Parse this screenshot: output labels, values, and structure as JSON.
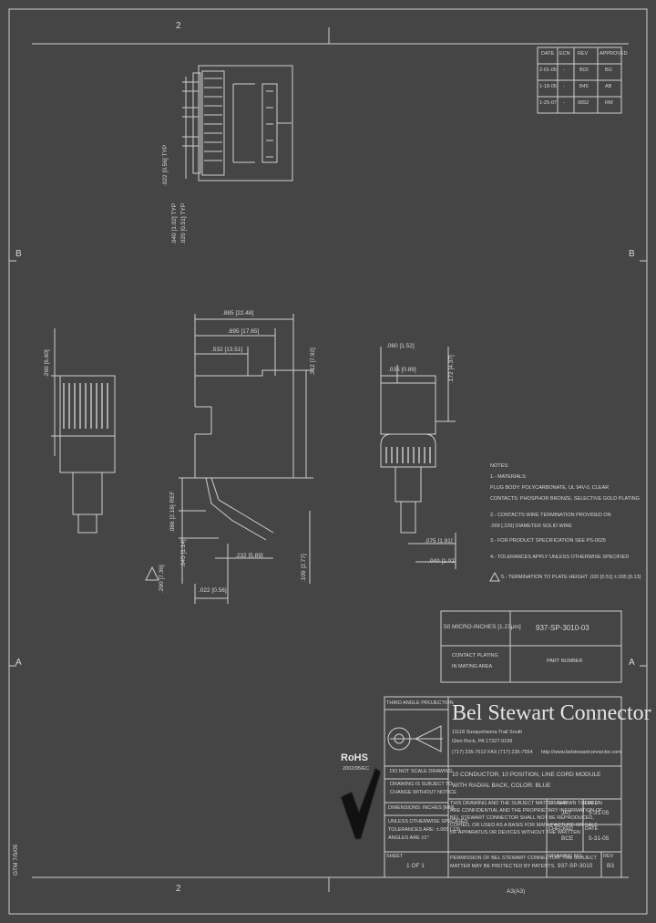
{
  "zones": {
    "top_left": "2",
    "bottom_left": "2",
    "mid_left_b": "B",
    "mid_right_b": "B",
    "mid_left_a": "A",
    "mid_right_a": "A"
  },
  "rev_table": {
    "headers": [
      "DATE",
      "ECN",
      "REV",
      "APPROVED"
    ],
    "rows": [
      [
        "2-01-05",
        "-",
        "B02",
        "BG"
      ],
      [
        "1-18-05",
        "-",
        "B45",
        "AB"
      ],
      [
        "1-25-07",
        "-",
        "0652",
        "RM"
      ]
    ]
  },
  "dims_top": {
    "d1": ".022 [0.56] TYP",
    "d2": ".040 [1.02] TYP",
    "d3": ".020 [0.51] TYP"
  },
  "dims_side": {
    "overall": ".885 [22.48]",
    "mid": ".695 [17.65]",
    "short": ".532 [13.51]",
    "height": ".312 [7.92]",
    "left_h": ".260 [6.60]",
    "pin_a": ".086 [2.18] REF",
    "pin_b": ".045 [1.14]",
    "pin_c": ".290 [7.36]",
    "bottom_a": ".232 [5.89]",
    "bottom_b": ".022 [0.56]",
    "bottom_right": ".109 [2.77]"
  },
  "dims_end": {
    "e1": ".060 [1.52]",
    "e2": ".035 [0.89]",
    "e3": ".172 [4.37]",
    "e4": ".075 [1.91]",
    "e5": ".040 [1.02]"
  },
  "notes": {
    "title": "NOTES:",
    "lines": [
      "1.- MATERIALS:",
      "     PLUG BODY: POLYCARBONATE, UL 94V-0, CLEAR",
      "     CONTACTS: PHOSPHOR BRONZE, SELECTIVE GOLD PLATING",
      "2.- CONTACTS WIRE TERMINATION PROVIDED ON",
      "     .009 [.229] DIAMETER SOLID WIRE",
      "3.- FOR PRODUCT SPECIFICATION SEE PS-0025",
      "4.- TOLERANCES APPLY UNLESS OTHERWISE SPECIFIED",
      "5.- TERMINATION TO PLATE HEIGHT .020 [0.51] ±.005 [0.13]"
    ]
  },
  "part_box": {
    "plating": "50 MICRO-INCHES [1.27µm]",
    "part_no": "937-SP-3010-03",
    "label_plating": "CONTACT PLATING",
    "label_plating2": "IN MATING AREA",
    "label_part": "PART NUMBER"
  },
  "title_block": {
    "projection": "THIRD ANGLE PROJECTION",
    "company": "Bel Stewart Connector",
    "address1": "11118 Susquehanna Trail South",
    "address2": "Glen Rock, PA 17327-9199",
    "address3": "(717) 235-7512   FAX (717) 235-7554",
    "website": "http://www.belstewartconnector.com",
    "desc1": "10 CONDUCTOR, 10 POSITION, LINE CORD MODULE",
    "desc2": "WITH RADIAL BACK, COLOR: BLUE",
    "do_not_scale": "DO NOT SCALE DRAWING",
    "subject1": "DRAWING IS SUBJECT TO",
    "subject2": "CHANGE WITHOUT NOTICE",
    "dims": "DIMENSIONS: INCHES [MM]",
    "tol1": "UNLESS OTHERWISE SPECIFIED",
    "tol2": "TOLERANCES ARE: ±.005 [.13]",
    "tol3": "ANGLES ARE ±1°",
    "sheet_label": "SHEET",
    "sheet": "1 OF 1",
    "prop1": "THIS DRAWING AND THE SUBJECT MATTER SHOWN THEREON",
    "prop2": "ARE CONFIDENTIAL AND THE PROPRIETARY INFORMATION OF",
    "prop3": "BEL STEWART CONNECTOR SHALL NOT BE REPRODUCED,",
    "prop4": "COPIED, OR USED AS A BASIS FOR MANUFACTURE OR SALE",
    "prop5": "OF APPARATUS OR DEVICES WITHOUT THE WRITTEN",
    "prop6": "PERMISSION OF BEL STEWART CONNECTOR. THE SUBJECT",
    "prop7": "MATTER MAY BE PROTECTED BY PATENTS. ",
    "drawn_label": "DRAWN",
    "drawn": "JAT",
    "drawn_date_label": "DATE",
    "drawn_date": "5-31-05",
    "chk_label": "CHECKED",
    "chk": "BCE",
    "chk_date_label": "DATE",
    "chk_date": "5-31-05",
    "dwg_label": "DRAWING NO.",
    "dwg_no": "937-SP-3010",
    "rev_label": "REV",
    "rev": "B3"
  },
  "rohs": {
    "text": "RoHS",
    "sub": "2002/95/EC"
  },
  "side_stamp": "GTM  7/5/05",
  "footer": "A3(A3)"
}
